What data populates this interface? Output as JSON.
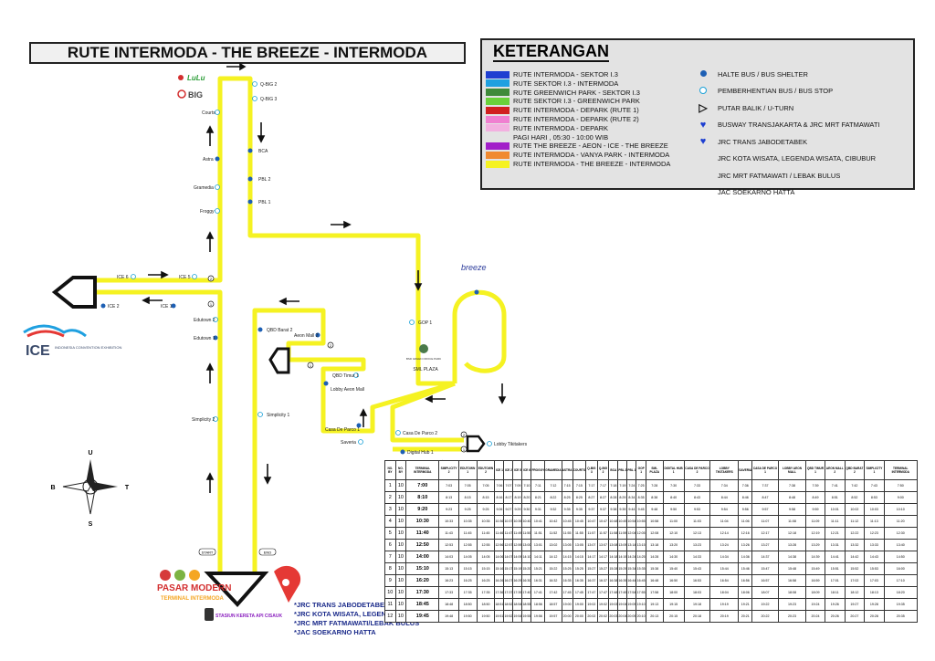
{
  "title": "RUTE INTERMODA - THE BREEZE - INTERMODA",
  "legend": {
    "heading": "KETERANGAN",
    "routes": [
      {
        "label": "RUTE INTERMODA - SEKTOR I.3",
        "color": "#1f3fd1"
      },
      {
        "label": "RUTE SEKTOR I.3 - INTERMODA",
        "color": "#1fa0e0"
      },
      {
        "label": "RUTE GREENWICH PARK - SEKTOR I.3",
        "color": "#3f8a3a"
      },
      {
        "label": "RUTE SEKTOR I.3 - GREENWICH PARK",
        "color": "#6ad13a"
      },
      {
        "label": "RUTE INTERMODA - DEPARK (RUTE 1)",
        "color": "#d11f1f"
      },
      {
        "label": "RUTE INTERMODA - DEPARK (RUTE 2)",
        "color": "#f07fd0"
      },
      {
        "label": "RUTE INTERMODA - DEPARK",
        "color": "#f3b0e0"
      },
      {
        "label": "PAGI HARI , 05:30 - 10:00 WIB",
        "color": ""
      },
      {
        "label": "RUTE THE BREEZE - AEON - ICE - THE BREEZE",
        "color": "#a21fc9"
      },
      {
        "label": "RUTE INTERMODA - VANYA PARK - INTERMODA",
        "color": "#f08a30"
      },
      {
        "label": "RUTE INTERMODA - THE BREEZE - INTERMODA",
        "color": "#f5f222"
      }
    ],
    "symbols": [
      {
        "label": "HALTE BUS / BUS SHELTER",
        "icon": "filled-circle-icon"
      },
      {
        "label": "PEMBERHENTIAN BUS / BUS STOP",
        "icon": "hollow-circle-icon"
      },
      {
        "label": "PUTAR BALIK / U-TURN",
        "icon": "u-turn-icon"
      },
      {
        "label": "BUSWAY TRANSJAKARTA & JRC MRT FATMAWATI",
        "icon": "map-pin-icon"
      },
      {
        "label": "JRC TRANS JABODETABEK",
        "icon": "map-pin-icon"
      },
      {
        "label": "JRC KOTA WISATA, LEGENDA WISATA, CIBUBUR",
        "icon": ""
      },
      {
        "label": "JRC MRT FATMAWATI / LEBAK BULUS",
        "icon": ""
      },
      {
        "label": "JAC SOEKARNO HATTA",
        "icon": ""
      }
    ]
  },
  "map": {
    "stops_left": [
      "Q-BIG 2",
      "Q-BIG 3",
      "Courts",
      "Astra",
      "Gramedia",
      "Froggy",
      "ICE 6",
      "ICE 5",
      "ICE 2",
      "ICE 1",
      "Edutown 2",
      "Edutown 1",
      "Simplicity 2"
    ],
    "stops_down": [
      "BCA",
      "PBL 2",
      "PBL 1",
      "Simplicity 1"
    ],
    "stops_center": [
      "QBD Barat 2",
      "Aeon Mall 2",
      "QBD Timur 1",
      "Lobby Aeon Mall",
      "Casa De Parco 1",
      "Saveria",
      "Casa De Parco 2",
      "Digital Hub 1",
      "Lobby Tikitakers",
      "GOP 1",
      "SML PLAZA"
    ],
    "logos": {
      "lulu": "LuLu",
      "qbig": "BIG",
      "breeze": "breeze",
      "ice": "ICE",
      "ice_sub": "INDONESIA CONVENTION EXHIBITION",
      "greenwich": "BSD GREEN OFFICE PARK",
      "pasar": "PASAR MODERN",
      "terminal": "TERMINAL INTERMODA",
      "station": "STASIUN KERETA API CISAUK"
    },
    "markers": {
      "start": "START",
      "end": "END",
      "n1": "1",
      "n2": "2"
    },
    "compass": {
      "n": "U",
      "s": "S",
      "w": "B",
      "e": "T"
    }
  },
  "notes": [
    "*JRC TRANS JABODETABEK",
    "*JRC KOTA WISATA, LEGENDA WISATA, CIBUBUR",
    "*JRC MRT FATMAWATI/LEBAK BULUS",
    "*JAC SOEKARNO HATTA"
  ],
  "schedule": {
    "headers": [
      "NO. BY",
      "NO. BY",
      "TERMINAL INTERMODA",
      "SIMPLICITY 2",
      "EDUTOWN 1",
      "EDUTOWN 2",
      "ICE 1",
      "ICE 2",
      "ICE 5",
      "ICE 6",
      "FROGGY",
      "GRAMEDIA",
      "ASTRA",
      "COURTS",
      "Q-BIG 3",
      "Q-BIG 2",
      "BCA",
      "PBL 2",
      "PBL 1",
      "GOP 1",
      "SML PLAZA",
      "DIGITAL HUB 1",
      "CASA DE PARCO 2",
      "LOBBY TIKITAKERS",
      "SAVERIA",
      "CASA DE PARCO 1",
      "LOBBY AEON MALL",
      "QBD TIMUR 1",
      "AEON MALL 2",
      "QBD BARAT 2",
      "SIMPLICITY 1",
      "TERMINAL INTERMODA"
    ],
    "rows": [
      [
        "1",
        "10",
        "7:00",
        "7:03",
        "7:05",
        "7:05",
        "7:06",
        "7:07",
        "7:09",
        "7:10",
        "7:11",
        "7:12",
        "7:15",
        "7:15",
        "7:17",
        "7:17",
        "7:18",
        "7:19",
        "7:24",
        "7:25",
        "7:28",
        "7:30",
        "7:33",
        "7:34",
        "7:36",
        "7:37",
        "7:38",
        "7:39",
        "7:41",
        "7:42",
        "7:43",
        "7:50"
      ],
      [
        "2",
        "10",
        "8:10",
        "8:13",
        "8:15",
        "8:15",
        "8:16",
        "8:17",
        "8:19",
        "8:20",
        "8:21",
        "8:22",
        "8:25",
        "8:25",
        "8:27",
        "8:27",
        "8:28",
        "8:29",
        "8:34",
        "8:35",
        "8:38",
        "8:40",
        "8:43",
        "8:44",
        "8:46",
        "8:47",
        "8:48",
        "8:49",
        "8:51",
        "8:52",
        "8:53",
        "9:00"
      ],
      [
        "3",
        "10",
        "9:20",
        "9:23",
        "9:25",
        "9:25",
        "9:26",
        "9:27",
        "9:29",
        "9:30",
        "9:31",
        "9:32",
        "9:35",
        "9:35",
        "9:37",
        "9:37",
        "9:38",
        "9:39",
        "9:44",
        "9:45",
        "9:48",
        "9:50",
        "9:53",
        "9:54",
        "9:56",
        "9:57",
        "9:58",
        "9:59",
        "10:01",
        "10:02",
        "10:03",
        "10:10"
      ],
      [
        "4",
        "10",
        "10:30",
        "10:33",
        "10:35",
        "10:35",
        "10:36",
        "10:37",
        "10:39",
        "10:40",
        "10:41",
        "10:42",
        "10:45",
        "10:45",
        "10:47",
        "10:47",
        "10:48",
        "10:49",
        "10:54",
        "10:55",
        "10:58",
        "11:00",
        "11:03",
        "11:04",
        "11:06",
        "11:07",
        "11:08",
        "11:09",
        "11:11",
        "11:12",
        "11:13",
        "11:20"
      ],
      [
        "5",
        "10",
        "11:40",
        "11:43",
        "11:45",
        "11:45",
        "11:46",
        "11:47",
        "11:49",
        "11:50",
        "11:51",
        "11:52",
        "11:55",
        "11:55",
        "11:57",
        "11:57",
        "11:58",
        "11:59",
        "12:04",
        "12:05",
        "12:08",
        "12:10",
        "12:13",
        "12:14",
        "12:16",
        "12:17",
        "12:18",
        "12:19",
        "12:21",
        "12:22",
        "12:23",
        "12:30"
      ],
      [
        "6",
        "10",
        "12:50",
        "12:53",
        "12:55",
        "12:55",
        "12:56",
        "12:57",
        "12:59",
        "13:00",
        "13:01",
        "13:02",
        "13:05",
        "13:05",
        "13:07",
        "13:07",
        "13:08",
        "13:09",
        "13:14",
        "13:15",
        "13:18",
        "13:20",
        "13:23",
        "13:24",
        "13:26",
        "13:27",
        "13:28",
        "13:29",
        "13:31",
        "13:32",
        "13:33",
        "13:40"
      ],
      [
        "7",
        "10",
        "14:00",
        "14:03",
        "14:05",
        "14:05",
        "14:06",
        "14:07",
        "14:09",
        "14:10",
        "14:11",
        "14:12",
        "14:15",
        "14:15",
        "14:17",
        "14:17",
        "14:18",
        "14:19",
        "14:24",
        "14:25",
        "14:28",
        "14:30",
        "14:33",
        "14:34",
        "14:36",
        "14:37",
        "14:38",
        "14:39",
        "14:41",
        "14:42",
        "14:43",
        "14:50"
      ],
      [
        "8",
        "10",
        "15:10",
        "15:13",
        "15:15",
        "15:15",
        "15:16",
        "15:17",
        "15:19",
        "15:20",
        "15:21",
        "15:22",
        "15:25",
        "15:25",
        "15:27",
        "15:27",
        "15:28",
        "15:29",
        "15:34",
        "15:35",
        "15:38",
        "15:40",
        "15:43",
        "15:44",
        "15:46",
        "15:47",
        "15:48",
        "15:49",
        "15:51",
        "15:52",
        "15:53",
        "16:00"
      ],
      [
        "9",
        "10",
        "16:20",
        "16:23",
        "16:25",
        "16:25",
        "16:26",
        "16:27",
        "16:29",
        "16:30",
        "16:31",
        "16:32",
        "16:35",
        "16:35",
        "16:37",
        "16:37",
        "16:38",
        "16:39",
        "16:44",
        "16:45",
        "16:48",
        "16:50",
        "16:53",
        "16:54",
        "16:56",
        "16:57",
        "16:58",
        "16:59",
        "17:01",
        "17:02",
        "17:03",
        "17:10"
      ],
      [
        "10",
        "10",
        "17:30",
        "17:33",
        "17:35",
        "17:35",
        "17:36",
        "17:37",
        "17:39",
        "17:40",
        "17:41",
        "17:42",
        "17:45",
        "17:45",
        "17:47",
        "17:47",
        "17:48",
        "17:49",
        "17:54",
        "17:55",
        "17:58",
        "18:00",
        "18:03",
        "18:04",
        "18:06",
        "18:07",
        "18:08",
        "18:09",
        "18:11",
        "18:12",
        "18:13",
        "18:20"
      ],
      [
        "11",
        "10",
        "18:45",
        "18:48",
        "18:50",
        "18:50",
        "18:51",
        "18:52",
        "18:54",
        "18:55",
        "18:56",
        "18:57",
        "19:00",
        "19:00",
        "19:02",
        "19:02",
        "19:03",
        "19:04",
        "19:09",
        "19:10",
        "19:13",
        "19:15",
        "19:18",
        "19:19",
        "19:21",
        "19:22",
        "19:23",
        "19:24",
        "19:26",
        "19:27",
        "19:28",
        "19:35"
      ],
      [
        "12",
        "10",
        "19:45",
        "19:48",
        "19:50",
        "19:50",
        "19:51",
        "19:52",
        "19:54",
        "19:55",
        "19:56",
        "19:57",
        "20:00",
        "20:00",
        "20:02",
        "20:02",
        "20:03",
        "20:04",
        "20:09",
        "20:10",
        "20:13",
        "20:15",
        "20:18",
        "20:19",
        "20:21",
        "20:22",
        "20:23",
        "20:24",
        "20:26",
        "20:27",
        "20:28",
        "20:35"
      ]
    ]
  }
}
